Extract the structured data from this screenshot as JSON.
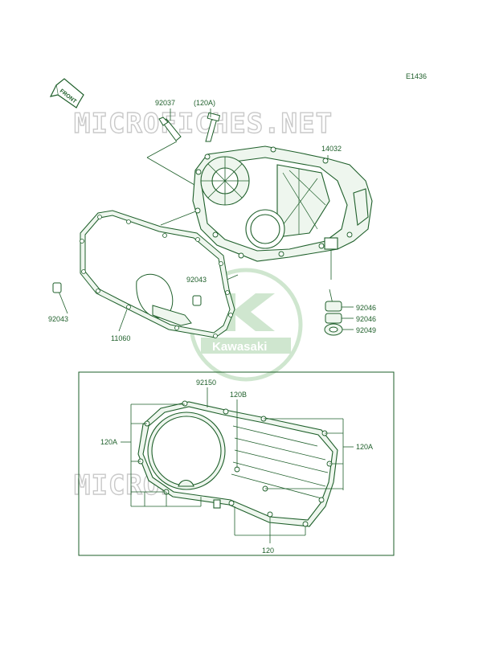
{
  "diagram_code": "E1436",
  "watermark": "MICROFICHES.NET",
  "brand_logo_text": "Kawasaki",
  "front_label": "FRONT",
  "colors": {
    "line": "#1e5f2a",
    "fill": "#eef6ee",
    "watermark_stroke": "#c9c9c9",
    "logo": "#cfe6cf"
  },
  "parts": {
    "bolt_92037": "92037",
    "bolt_120a_top": "(120A)",
    "crankcase_cover_14032": "14032",
    "gasket_11060": "11060",
    "dowel_92043_left": "92043",
    "dowel_92043_center": "92043",
    "collar_92046_a": "92046",
    "collar_92046_b": "92046",
    "seal_92049": "92049",
    "gasket_92150": "92150",
    "bolt_120b": "120B",
    "bolt_120a_left": "120A",
    "bolt_120a_right": "120A",
    "bolt_120": "120"
  }
}
